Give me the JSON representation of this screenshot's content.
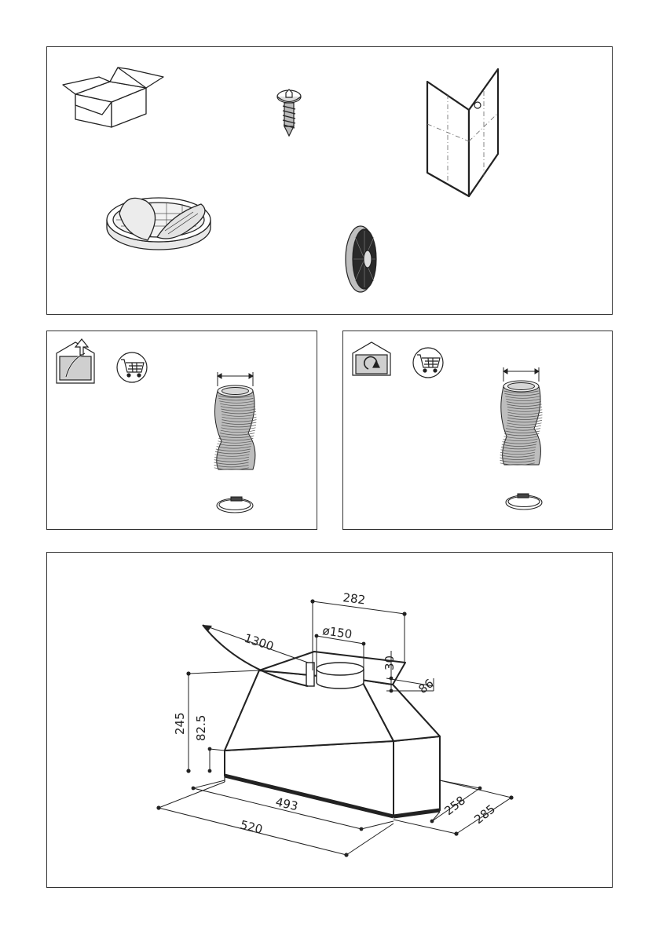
{
  "contents": {
    "items": [
      {
        "name": "carton-box-icon"
      },
      {
        "name": "screw-icon"
      },
      {
        "name": "paper-template-icon"
      },
      {
        "name": "grease-filter-icon"
      },
      {
        "name": "charcoal-filter-icon"
      }
    ]
  },
  "accessories": {
    "ducted": {
      "mode_icon": "house-ducted-icon",
      "cart_icon": "shopping-cart-icon",
      "parts": [
        "flexible-duct-icon",
        "hose-clamp-icon"
      ]
    },
    "recirculating": {
      "mode_icon": "house-recirculating-icon",
      "cart_icon": "shopping-cart-icon",
      "parts": [
        "flexible-duct-icon",
        "hose-clamp-icon"
      ]
    }
  },
  "dimensions": {
    "top_width": "282",
    "outlet_diameter": "ø150",
    "cable_length": "1300",
    "outlet_height": "30",
    "outlet_offset": "86",
    "total_height": "245",
    "body_height": "82.5",
    "inner_width": "493",
    "outer_width": "520",
    "inner_depth": "258",
    "outer_depth": "285"
  },
  "colors": {
    "line": "#222222",
    "fill_grey": "#d9d9d9"
  }
}
